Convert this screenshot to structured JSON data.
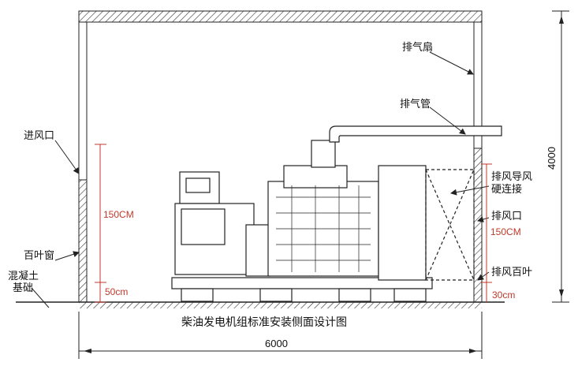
{
  "title": "柴油发电机组标准安装侧面设计图",
  "labels": {
    "exhaust_fan": "排气扇",
    "exhaust_pipe": "排气管",
    "air_inlet": "进风口",
    "louver_window": "百叶窗",
    "concrete_base_line1": "混凝土",
    "concrete_base_line2": "基础",
    "exhaust_duct_line1": "排风导风",
    "exhaust_duct_line2": "硬连接",
    "exhaust_outlet": "排风口",
    "exhaust_louver": "排风百叶"
  },
  "dimensions": {
    "inlet_height": "150CM",
    "inlet_base": "50cm",
    "outlet_height": "150CM",
    "outlet_base": "30cm",
    "room_height": "4000",
    "room_width": "6000"
  },
  "colors": {
    "line": "#222222",
    "dim_red": "#c0392b",
    "hatch": "#333333"
  }
}
